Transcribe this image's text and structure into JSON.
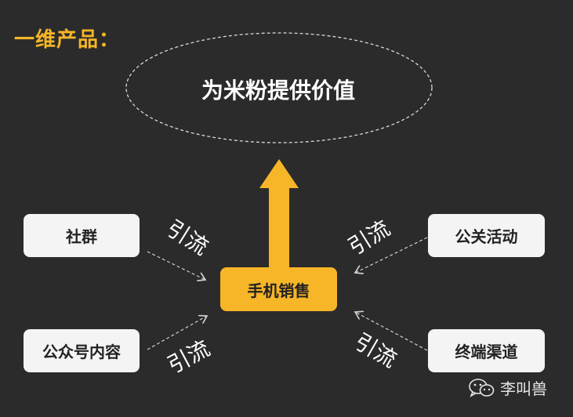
{
  "title": "一维产品：",
  "goal": "为米粉提供价值",
  "center": "手机销售",
  "sources": {
    "left_top": "社群",
    "left_bottom": "公众号内容",
    "right_top": "公关活动",
    "right_bottom": "终端渠道"
  },
  "flow_labels": [
    "引流",
    "引流",
    "引流",
    "引流"
  ],
  "watermark": {
    "text": "李叫兽",
    "icon": "wechat-icon"
  },
  "colors": {
    "background": "#2b2b2b",
    "accent": "#f6b627",
    "box": "#f4f4f4",
    "text_dark": "#222222",
    "text_light": "#ffffff"
  }
}
